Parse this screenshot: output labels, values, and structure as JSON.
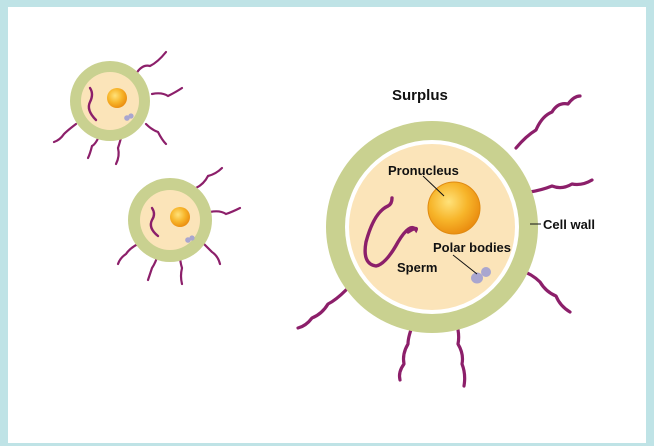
{
  "labels": {
    "title": "Surplus",
    "pronucleus": "Pronucleus",
    "cell_wall": "Cell wall",
    "polar_bodies": "Polar bodies",
    "sperm": "Sperm"
  },
  "colors": {
    "frame_background": "#bfe3e6",
    "cell_wall": "#c9d190",
    "cytoplasm": "#fbe4b9",
    "pronucleus": "#f5a21a",
    "sperm": "#8c1f6a",
    "polar_bodies": "#a9a6cf"
  }
}
